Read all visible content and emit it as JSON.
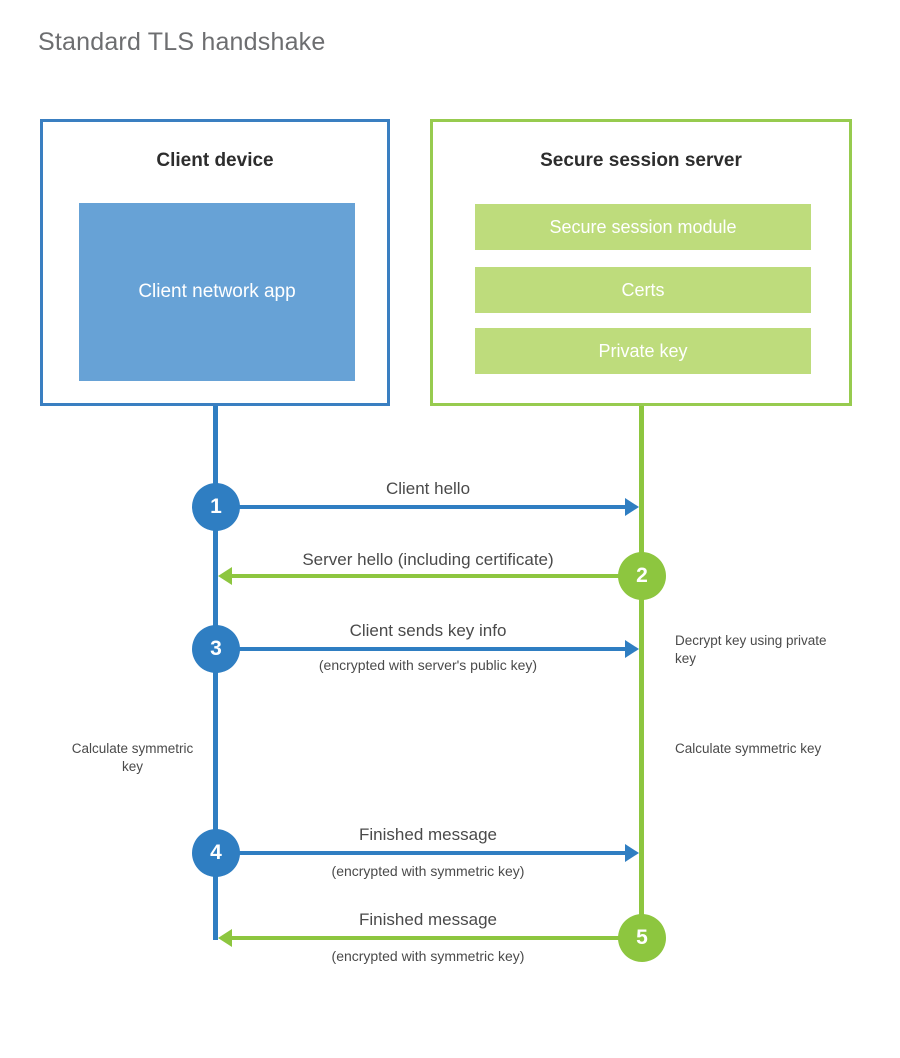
{
  "title": "Standard TLS handshake",
  "entities": {
    "client": {
      "title": "Client device",
      "app_label": "Client network app",
      "border_color": "#3a7fc1",
      "app_color": "#67a2d6"
    },
    "server": {
      "title": "Secure session server",
      "border_color": "#97cb4f",
      "bar_color": "#bedc7c",
      "bars": [
        {
          "label": "Secure session module"
        },
        {
          "label": "Certs"
        },
        {
          "label": "Private key"
        }
      ]
    }
  },
  "steps": [
    {
      "number": "1",
      "label": "Client hello",
      "sub": "",
      "direction": "client-to-server",
      "color": "#2f7ec2"
    },
    {
      "number": "2",
      "label": "Server hello (including certificate)",
      "sub": "",
      "direction": "server-to-client",
      "color": "#8dc63f"
    },
    {
      "number": "3",
      "label": "Client sends key info",
      "sub": "(encrypted with server's public key)",
      "direction": "client-to-server",
      "color": "#2f7ec2"
    },
    {
      "number": "4",
      "label": "Finished message",
      "sub": "(encrypted with symmetric key)",
      "direction": "client-to-server",
      "color": "#2f7ec2"
    },
    {
      "number": "5",
      "label": "Finished message",
      "sub": "(encrypted with symmetric key)",
      "direction": "server-to-client",
      "color": "#8dc63f"
    }
  ],
  "annotations": {
    "decrypt_key": "Decrypt key using private key",
    "client_calc": "Calculate symmetric key",
    "server_calc": "Calculate symmetric key"
  },
  "colors": {
    "blue": "#2f7ec2",
    "light_blue": "#67a2d6",
    "green": "#8dc63f",
    "light_green": "#bedc7c",
    "title_gray": "#6d6e70"
  }
}
